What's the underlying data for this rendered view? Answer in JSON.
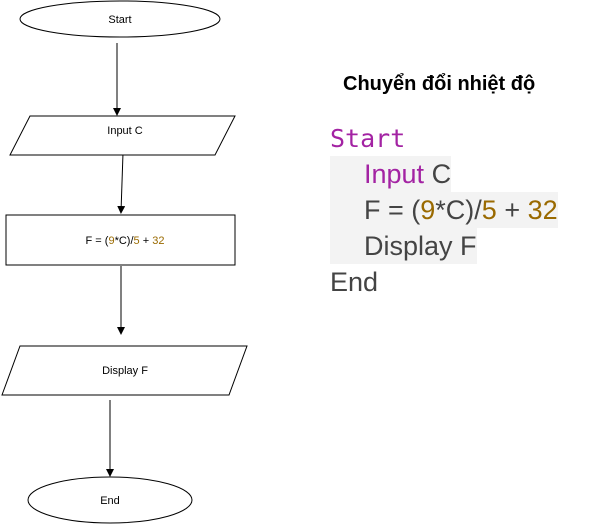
{
  "flowchart": {
    "start": "Start",
    "input": "Input C",
    "formula": {
      "part1": "F = (",
      "num9": "9",
      "part2": "*C)/",
      "num5": "5",
      "part3": " + ",
      "num32": "32"
    },
    "display": "Display F",
    "end": "End"
  },
  "pseudocode": {
    "title": "Chuyển đổi nhiệt độ",
    "start": "Start",
    "input_kw": "Input",
    "input_var": " C",
    "formula": {
      "part1": "F = (",
      "num9": "9",
      "part2": "*C)/",
      "num5": "5",
      "part3": " + ",
      "num32": "32"
    },
    "display": "Display F",
    "end": "End"
  },
  "colors": {
    "keyword": "#a323a3",
    "number": "#9a6a00",
    "text": "#444444"
  }
}
